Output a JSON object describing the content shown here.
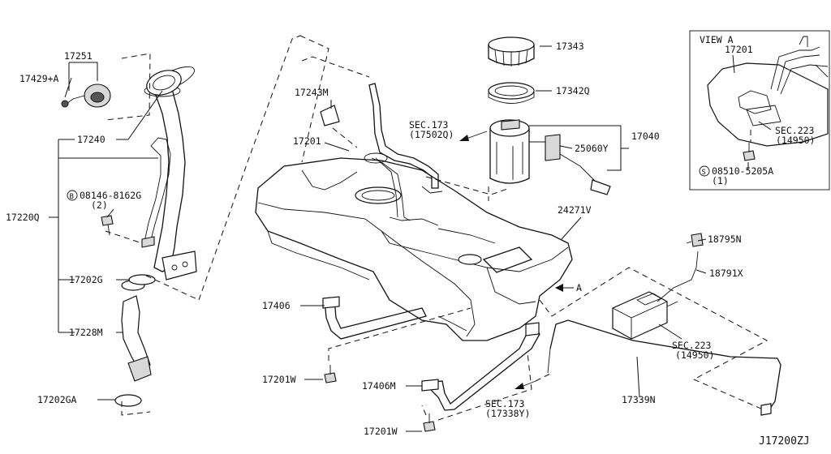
{
  "diagram_id": "J17200ZJ",
  "labels": {
    "p17251": "17251",
    "p17429a": "17429+A",
    "p17240": "17240",
    "p17220q": "17220Q",
    "p08146": "08146-8162G",
    "p08146_qty": "(2)",
    "p17202g": "17202G",
    "p17228m": "17228M",
    "p17202ga": "17202GA",
    "p17243m": "17243M",
    "p17201": "17201",
    "sec173_a": "SEC.173",
    "sec173_a_ref": "(17502Q)",
    "p17343": "17343",
    "p17342q": "17342Q",
    "p17040": "17040",
    "p25060y": "25060Y",
    "p24271v": "24271V",
    "p18795n": "18795N",
    "p18791x": "18791X",
    "p17406": "17406",
    "p17201w_a": "17201W",
    "p17406m": "17406M",
    "sec173_b": "SEC.173",
    "sec173_b_ref": "(17338Y)",
    "p17201w_b": "17201W",
    "sec223_b": "SEC.223",
    "sec223_b_ref": "(14950)",
    "p17339n": "17339N",
    "arrow_a": "A",
    "view_a": "VIEW A",
    "view_17201": "17201",
    "sec223_a": "SEC.223",
    "sec223_a_ref": "(14950)",
    "p08510": "08510-5205A",
    "p08510_qty": "(1)",
    "circle_b": "B",
    "circle_s": "S"
  }
}
